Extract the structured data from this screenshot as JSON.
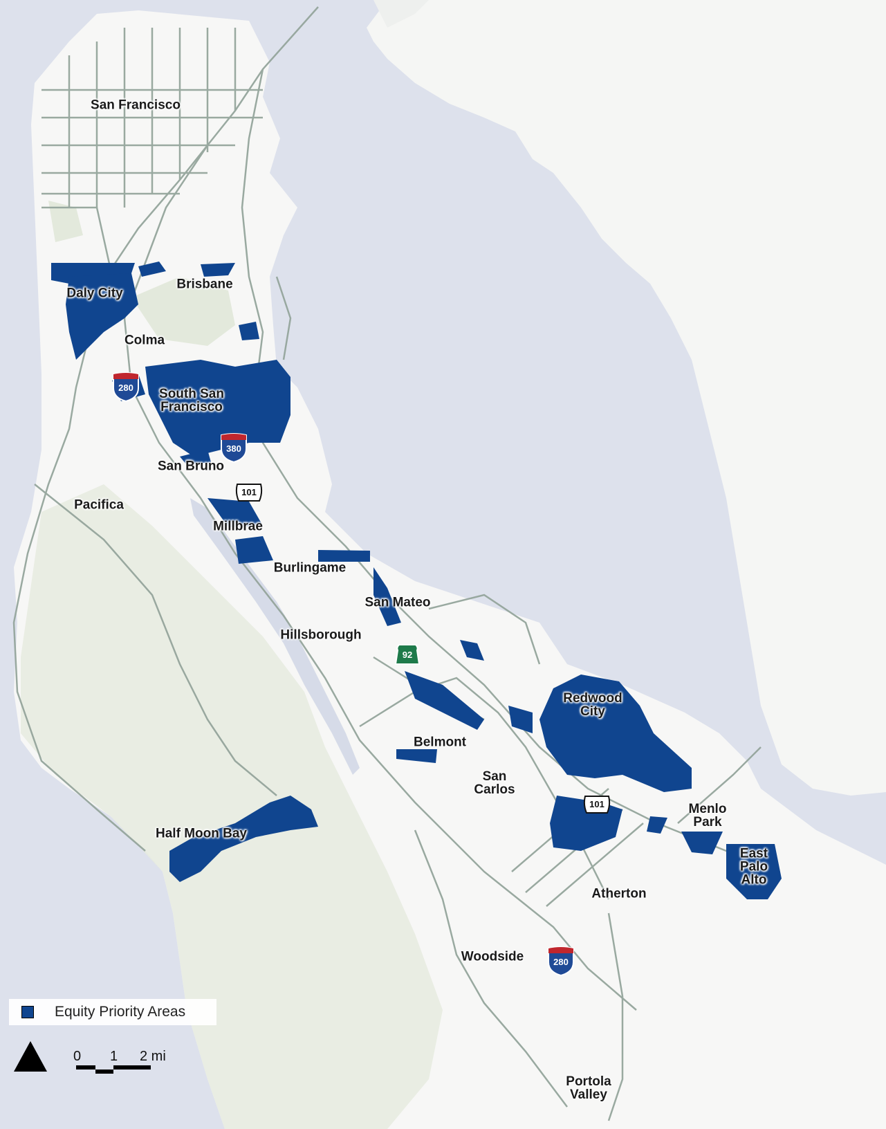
{
  "map": {
    "places": [
      {
        "id": "san-francisco",
        "name": "San Francisco"
      },
      {
        "id": "daly-city",
        "name": "Daly City"
      },
      {
        "id": "brisbane",
        "name": "Brisbane"
      },
      {
        "id": "colma",
        "name": "Colma"
      },
      {
        "id": "south-san-francisco",
        "name": "South San\nFrancisco"
      },
      {
        "id": "san-bruno",
        "name": "San Bruno"
      },
      {
        "id": "pacifica",
        "name": "Pacifica"
      },
      {
        "id": "millbrae",
        "name": "Millbrae"
      },
      {
        "id": "burlingame",
        "name": "Burlingame"
      },
      {
        "id": "san-mateo",
        "name": "San Mateo"
      },
      {
        "id": "hillsborough",
        "name": "Hillsborough"
      },
      {
        "id": "redwood-city",
        "name": "Redwood\nCity"
      },
      {
        "id": "belmont",
        "name": "Belmont"
      },
      {
        "id": "san-carlos",
        "name": "San\nCarlos"
      },
      {
        "id": "half-moon-bay",
        "name": "Half Moon Bay"
      },
      {
        "id": "menlo-park",
        "name": "Menlo\nPark"
      },
      {
        "id": "east-palo-alto",
        "name": "East\nPalo\nAlto"
      },
      {
        "id": "atherton",
        "name": "Atherton"
      },
      {
        "id": "woodside",
        "name": "Woodside"
      },
      {
        "id": "portola-valley",
        "name": "Portola\nValley"
      }
    ],
    "shields": [
      {
        "id": "i280-north",
        "type": "interstate",
        "number": "280"
      },
      {
        "id": "i380",
        "type": "interstate",
        "number": "380"
      },
      {
        "id": "us101-north",
        "type": "us-highway",
        "number": "101"
      },
      {
        "id": "ca92",
        "type": "state-route",
        "number": "92"
      },
      {
        "id": "us101-south",
        "type": "us-highway",
        "number": "101"
      },
      {
        "id": "i280-south",
        "type": "interstate",
        "number": "280"
      }
    ],
    "colors": {
      "water": "#dde1ec",
      "land": "#f7f7f6",
      "open_space": "#e5ebdd",
      "roads": "#95a59c",
      "equity_priority_area": "#10458f"
    }
  },
  "legend": {
    "items": [
      {
        "label": "Equity Priority Areas",
        "color": "#10458f"
      }
    ]
  },
  "scale_bar": {
    "ticks": [
      "0",
      "1",
      "2 mi"
    ]
  },
  "north_arrow": {
    "icon": "north-arrow-icon"
  }
}
